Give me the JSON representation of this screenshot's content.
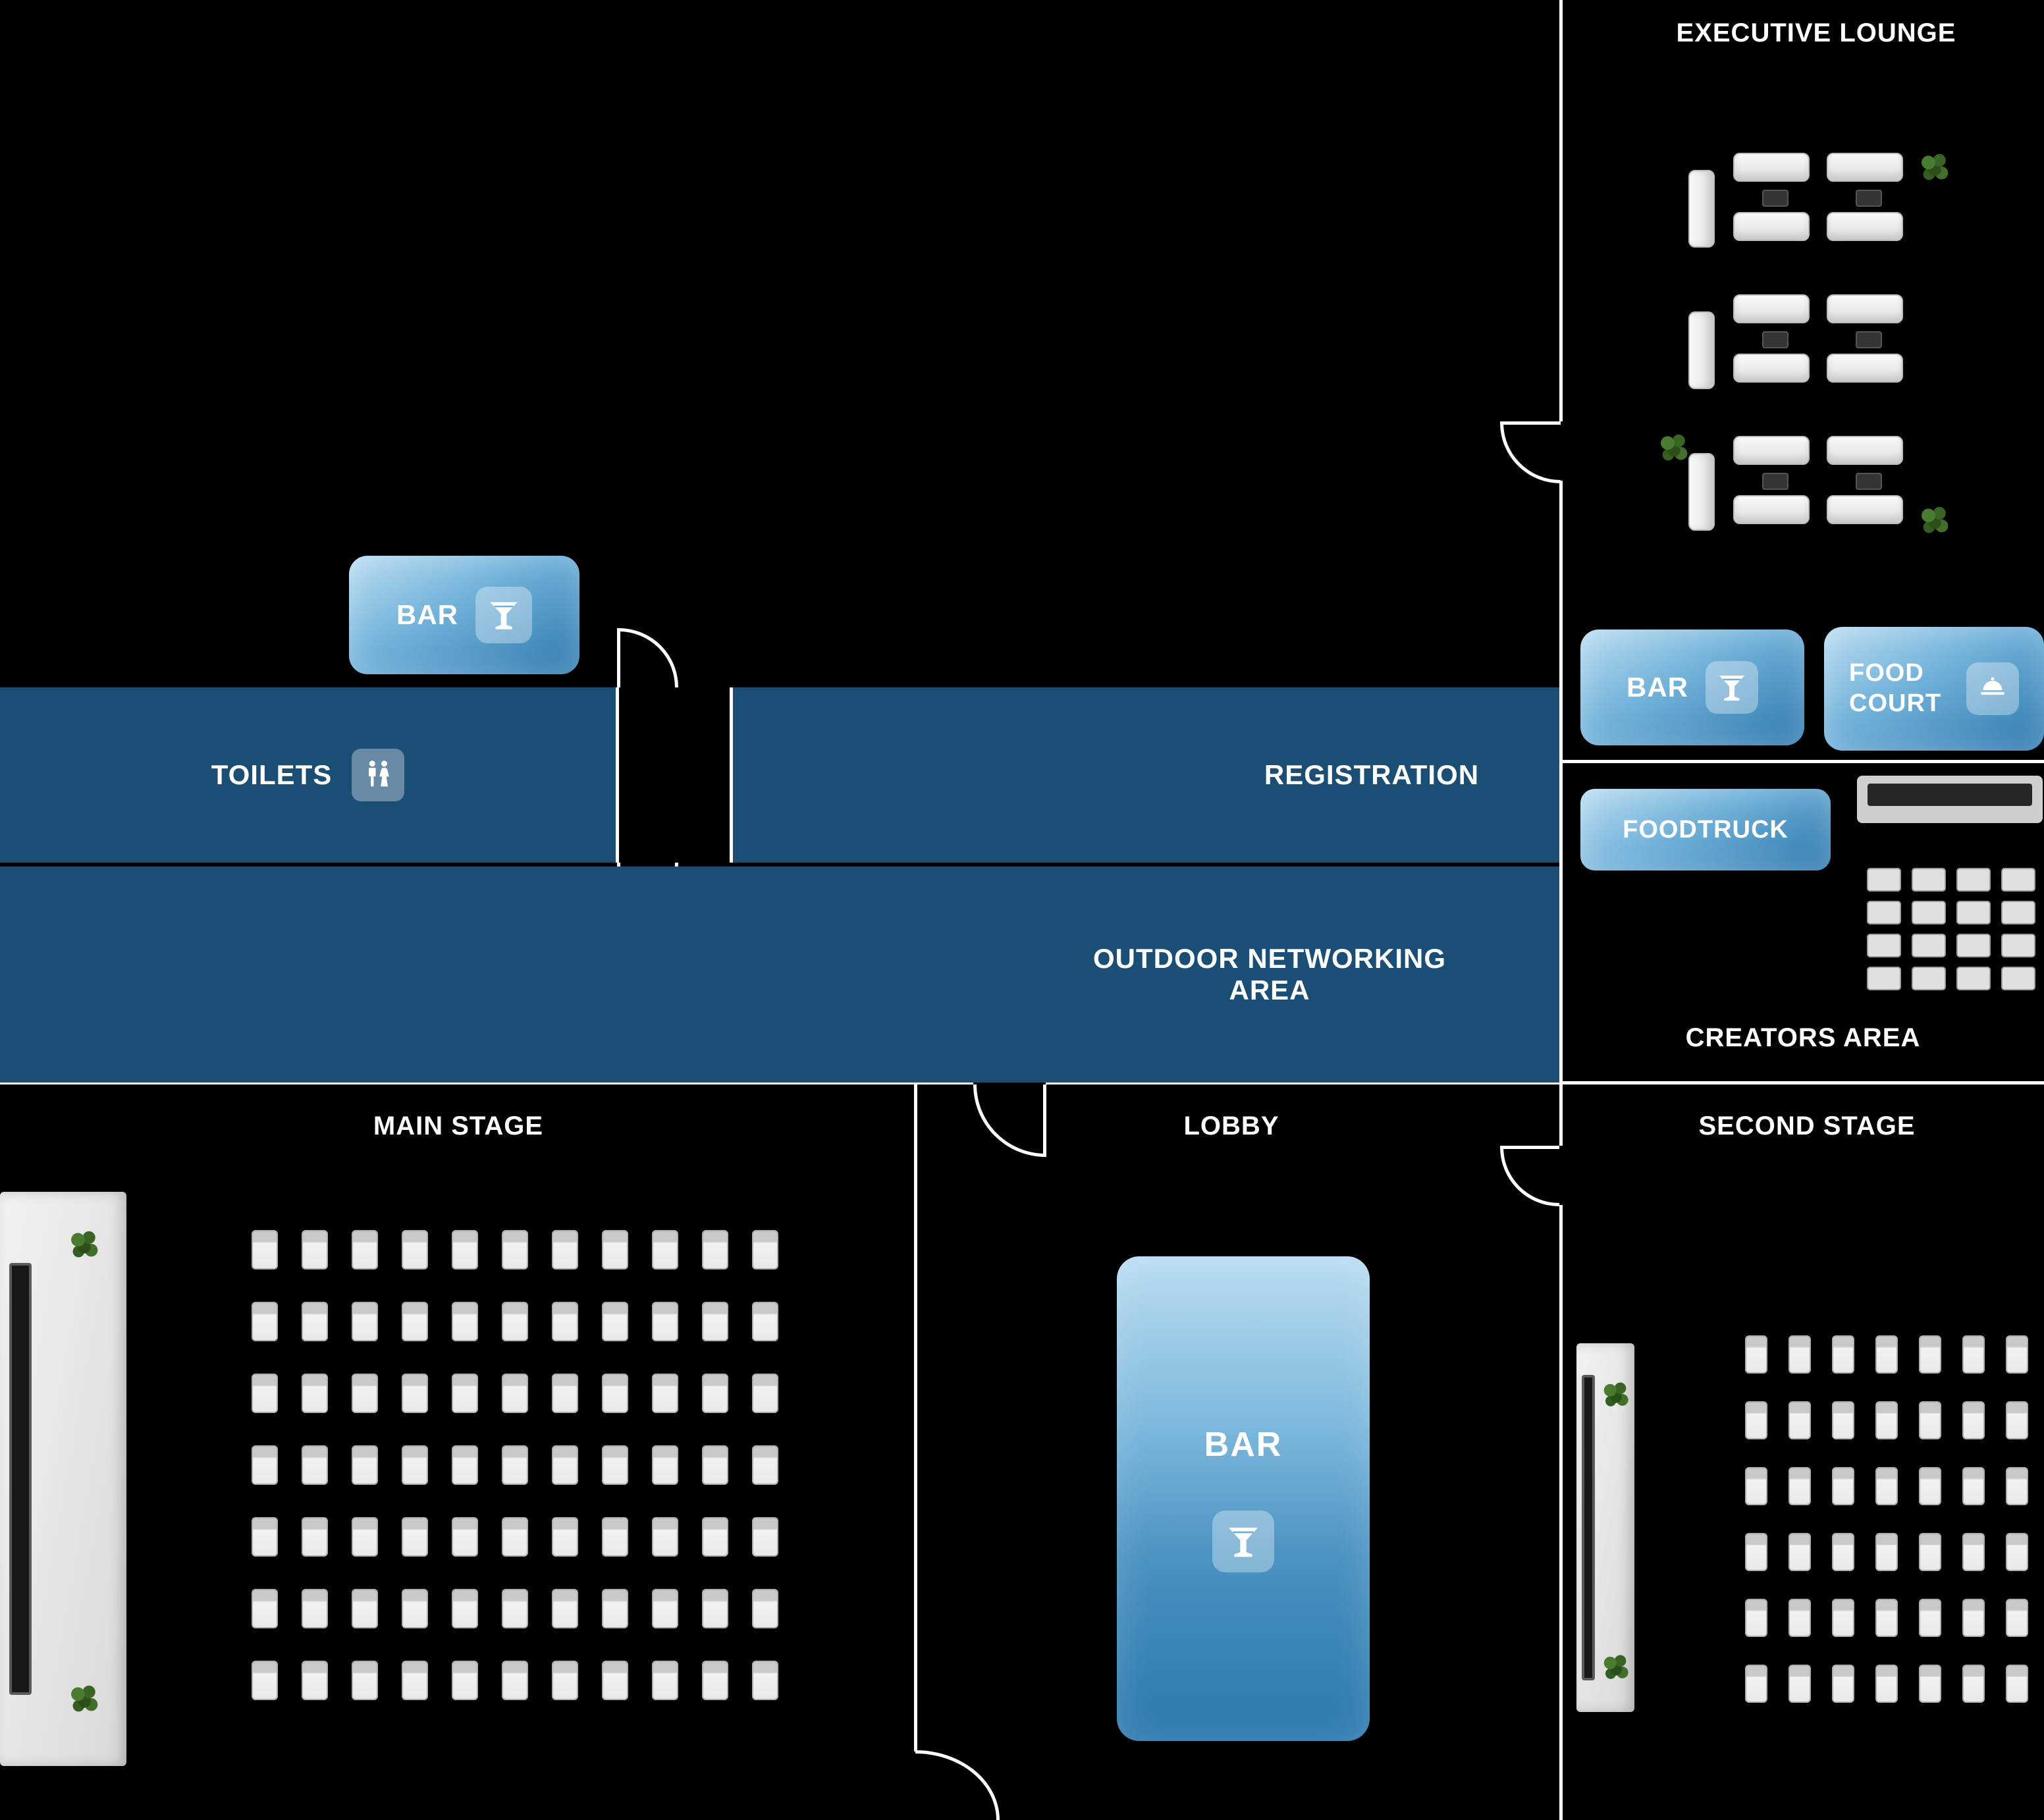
{
  "colors": {
    "background": "#000000",
    "zone_blue": "#1a4e75",
    "wall": "#ffffff",
    "bar_light": "#b9ddf2",
    "bar_mid": "#6fb0d8",
    "bar_dark": "#2a78ae",
    "chair_fill": "#e9e9e9",
    "chair_border": "#aeaeae",
    "stage_fill": "#d9d9d9",
    "screen_dark": "#181818",
    "text_white": "#ffffff"
  },
  "rooms": {
    "executive_lounge": {
      "label": "EXECUTIVE LOUNGE"
    },
    "toilets": {
      "label": "TOILETS"
    },
    "registration": {
      "label": "REGISTRATION"
    },
    "outdoor_networking": {
      "label": "OUTDOOR NETWORKING AREA"
    },
    "main_stage": {
      "label": "MAIN STAGE"
    },
    "lobby": {
      "label": "LOBBY"
    },
    "second_stage": {
      "label": "SECOND STAGE"
    },
    "creators_area": {
      "label": "CREATORS AREA"
    }
  },
  "amenities": {
    "hallway_bar": {
      "label": "BAR",
      "icon": "cocktail-icon"
    },
    "lounge_bar": {
      "label": "BAR",
      "icon": "cocktail-icon"
    },
    "food_court": {
      "label": "FOOD COURT",
      "icon": "food-dome-icon"
    },
    "foodtruck": {
      "label": "FOODTRUCK"
    },
    "lobby_bar": {
      "label": "BAR",
      "icon": "cocktail-icon"
    },
    "toilets_icon": "restroom-icon"
  },
  "seating": {
    "main_stage": {
      "rows": 7,
      "cols": 11
    },
    "second_stage": {
      "rows": 6,
      "cols": 7
    },
    "creators_tables": {
      "rows": 4,
      "cols": 4
    }
  }
}
